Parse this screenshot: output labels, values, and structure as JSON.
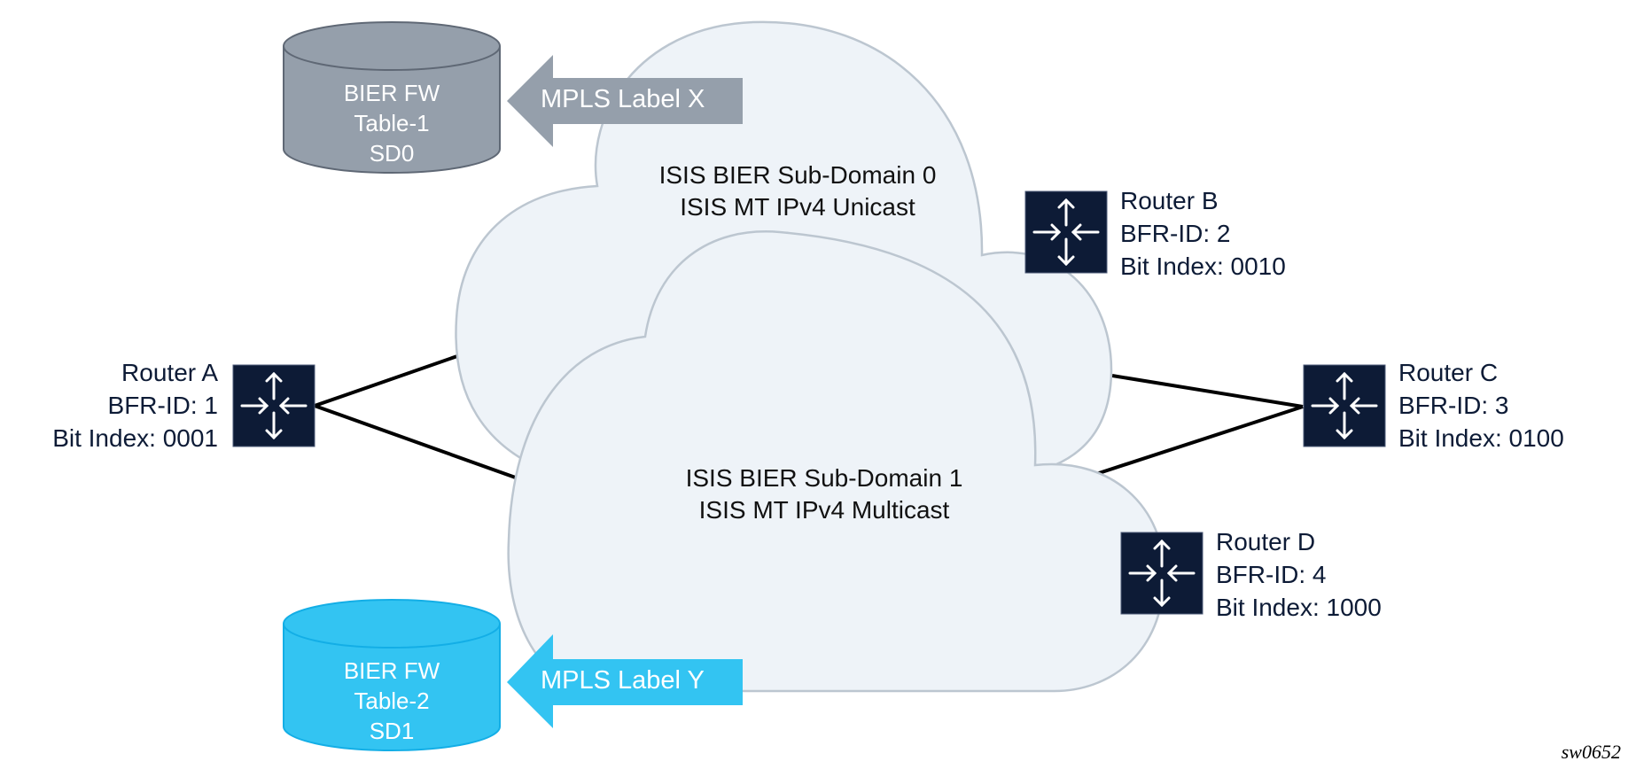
{
  "figure_id": "sw0652",
  "colors": {
    "cloud_fill": "#eef3f8",
    "cloud_stroke": "#bcc6d0",
    "router_fill": "#0d1b36",
    "router_text": "#0d1b36",
    "link": "#000000",
    "sd0_fill": "#959fab",
    "sd0_stroke": "#5f6875",
    "sd1_fill": "#33c4f2",
    "sd1_stroke": "#13aee6"
  },
  "clouds": [
    {
      "id": "sd0",
      "line1": "ISIS BIER Sub-Domain 0",
      "line2": "ISIS MT IPv4 Unicast"
    },
    {
      "id": "sd1",
      "line1": "ISIS BIER Sub-Domain 1",
      "line2": "ISIS MT IPv4 Multicast"
    }
  ],
  "routers": [
    {
      "id": "a",
      "name": "Router A",
      "bfr_id": "BFR-ID: 1",
      "bit_index": "Bit Index: 0001"
    },
    {
      "id": "b",
      "name": "Router B",
      "bfr_id": "BFR-ID: 2",
      "bit_index": "Bit Index: 0010"
    },
    {
      "id": "c",
      "name": "Router C",
      "bfr_id": "BFR-ID: 3",
      "bit_index": "Bit Index: 0100"
    },
    {
      "id": "d",
      "name": "Router D",
      "bfr_id": "BFR-ID: 4",
      "bit_index": "Bit Index: 1000"
    }
  ],
  "tables": [
    {
      "id": "table1",
      "line1": "BIER FW",
      "line2": "Table-1",
      "line3": "SD0",
      "label_arrow": "MPLS Label X"
    },
    {
      "id": "table2",
      "line1": "BIER FW",
      "line2": "Table-2",
      "line3": "SD1",
      "label_arrow": "MPLS Label Y"
    }
  ]
}
